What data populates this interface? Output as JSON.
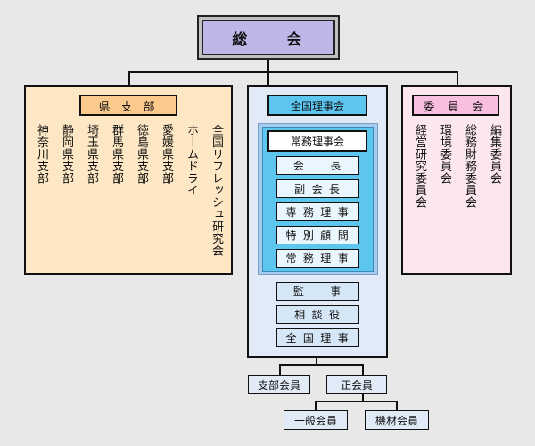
{
  "title": "総　　会",
  "branch": {
    "header": "県 支 部",
    "columns": [
      "全国リフレッシュ研究会",
      "ホームドライ",
      "愛媛県支部",
      "徳島県支部",
      "群馬県支部",
      "埼玉県支部",
      "静岡県支部",
      "神奈川支部"
    ]
  },
  "national": {
    "header": "全国理事会",
    "executive_header": "常務理事会",
    "executive_positions": [
      "会　　長",
      "副 会 長",
      "専 務 理 事",
      "特 別 顧 問",
      "常 務 理 事"
    ],
    "other_positions": [
      "監　　事",
      "相 談 役",
      "全 国 理 事"
    ]
  },
  "committee": {
    "header": "委 員 会",
    "columns": [
      "編集委員会",
      "総務財務委員会",
      "環境委員会",
      "経営研究委員会"
    ]
  },
  "members": {
    "branch_member": "支部会員",
    "regular_member": "正会員",
    "general_member": "一般会員",
    "equipment_member": "機材会員"
  },
  "colors": {
    "title_fill": "#bdb6e6",
    "branch_panel": "#fde7c4",
    "branch_header": "#fbc98c",
    "national_panel": "#e1ebf8",
    "national_header": "#5cc6ef",
    "committee_panel": "#fde7ef",
    "committee_header": "#f9bfe0"
  }
}
